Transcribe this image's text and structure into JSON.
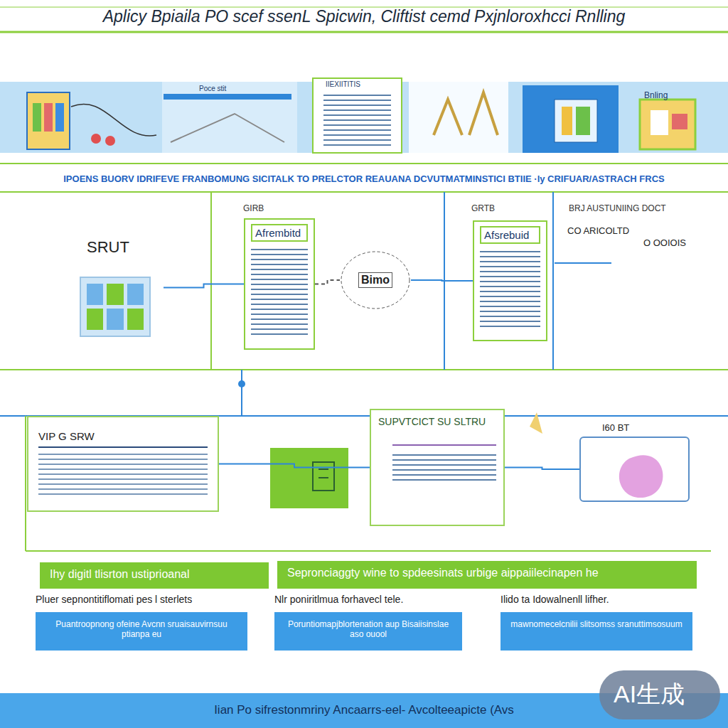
{
  "diagram": {
    "title": "Aplicy Bpiaila PO scef ssenL Spicwin, Cliftist cemd Pxjnloroxhcci Rnlling",
    "caption": "Iian Po sifrestonmriny Ancaarrs-eel- Avcolteeapicte (Avs",
    "nodes": [
      {
        "text": [
          "SRUT"
        ]
      },
      {
        "text": [
          "Afrembitd"
        ]
      },
      {
        "text": [
          "Bimo"
        ]
      },
      {
        "text": [
          "Afsrebuid"
        ]
      },
      {
        "text": [
          "VIP G SRW"
        ]
      },
      {
        "text": [
          "SUPVTCICT SU SLTRU"
        ]
      },
      {
        "text": [
          "I60 BT"
        ]
      },
      {
        "text": [
          "Ihy digitl tlisrton ustiprioanal"
        ]
      },
      {
        "text": [
          "Sepronciaggty wine to spdeesinats urbige aippaiilecinapen he"
        ]
      },
      {
        "text": [
          "Pluer sepnontitiflomati pes l sterlets",
          "Puantroopnong ofeine Avcnn sruaisauvirnsuu ptianpa eu"
        ]
      },
      {
        "text": [
          "Nlr poniritlmua forhavecl tele.",
          "Poruntiomapjblortenation aup Bisaiisinslae aso ouool"
        ]
      },
      {
        "text": [
          "Ilido ta Idowalnenll lifher.",
          "mawnomecelcnilii slitsomss sranuttimsosuum"
        ]
      }
    ],
    "edges": [
      {
        "from": 0,
        "to": 1,
        "arrow": "none"
      },
      {
        "from": 1,
        "to": 2,
        "arrow": "none"
      },
      {
        "from": 2,
        "to": 3,
        "arrow": "none"
      },
      {
        "from": 4,
        "to": 5,
        "arrow": "none"
      },
      {
        "from": 5,
        "to": 6,
        "arrow": "none"
      }
    ],
    "labels": [
      "Poce stit",
      "IIEXIITITIS",
      "Bnling",
      "IPOENS BUORV IDRIFEVE FRANBOMUNG SICITALK TO PRELCTOR REAUANA DCVUTMATMINSTICI BTIIE ·ly CRIFUAR/ASTRACH FRCS",
      "GIRB",
      "GRTB",
      "BRJ AUSTUNIING DOCT",
      "CO ARICOLTD",
      "O OOIOIS",
      "AI生成"
    ]
  }
}
